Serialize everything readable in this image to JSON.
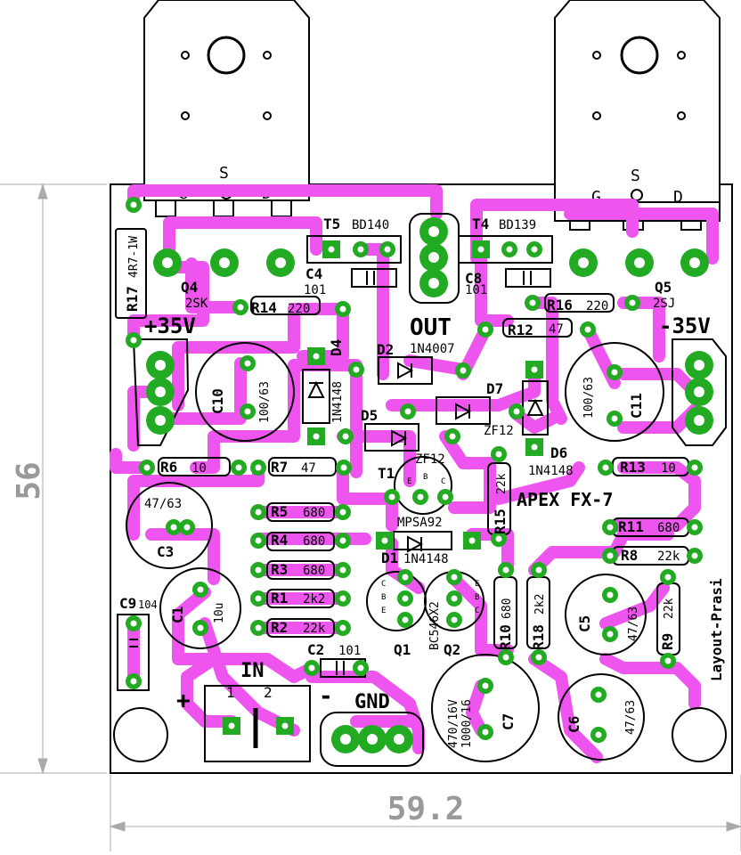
{
  "dimensions": {
    "height": "56",
    "width": "59.2"
  },
  "board": {
    "title": "APEX FX-7",
    "credit": "Layout-Prasi",
    "labels": {
      "out": "OUT",
      "in": "IN",
      "gnd": "GND",
      "plus35": "+35V",
      "minus35": "-35V",
      "plus": "+",
      "minus": "-",
      "pin1": "1",
      "pin2": "2"
    },
    "mosfet_pins": {
      "g": "G",
      "s": "S",
      "d": "D"
    },
    "t1_pins": {
      "e": "E",
      "b": "B",
      "c": "C"
    },
    "q_pins": {
      "c": "C",
      "b": "B",
      "e": "E"
    },
    "q1_pins": {
      "c": "C",
      "b": "B",
      "e": "E"
    },
    "q2_pins": {
      "e": "E",
      "b": "B",
      "c": "C"
    }
  },
  "components": [
    {
      "ref": "Q4",
      "value": "2SK"
    },
    {
      "ref": "Q5",
      "value": "2SJ"
    },
    {
      "ref": "T5",
      "value": "BD140"
    },
    {
      "ref": "T4",
      "value": "BD139"
    },
    {
      "ref": "R17",
      "value": "4R7-1W"
    },
    {
      "ref": "R14",
      "value": "220"
    },
    {
      "ref": "R16",
      "value": "220"
    },
    {
      "ref": "R12",
      "value": "47"
    },
    {
      "ref": "C4",
      "value": "101"
    },
    {
      "ref": "C8",
      "value": "101"
    },
    {
      "ref": "C10",
      "value": "100/63"
    },
    {
      "ref": "C11",
      "value": "100/63"
    },
    {
      "ref": "D2",
      "value": "1N4007"
    },
    {
      "ref": "D4",
      "value": "1N4148"
    },
    {
      "ref": "D5",
      "value": "ZF12"
    },
    {
      "ref": "D7",
      "value": "ZF12"
    },
    {
      "ref": "D6",
      "value": "1N4148"
    },
    {
      "ref": "R6",
      "value": "10"
    },
    {
      "ref": "R7",
      "value": "47"
    },
    {
      "ref": "R13",
      "value": "10"
    },
    {
      "ref": "T1",
      "value": "MPSA92"
    },
    {
      "ref": "R15",
      "value": "22k"
    },
    {
      "ref": "C3",
      "value": "47/63"
    },
    {
      "ref": "R5",
      "value": "680"
    },
    {
      "ref": "R4",
      "value": "680"
    },
    {
      "ref": "R3",
      "value": "680"
    },
    {
      "ref": "R1",
      "value": "2k2"
    },
    {
      "ref": "R2",
      "value": "22k"
    },
    {
      "ref": "D1",
      "value": "1N4148"
    },
    {
      "ref": "R11",
      "value": "680"
    },
    {
      "ref": "R8",
      "value": "22k"
    },
    {
      "ref": "C9",
      "value": "104"
    },
    {
      "ref": "C1",
      "value": "10u"
    },
    {
      "ref": "Q1",
      "value": ""
    },
    {
      "ref": "Q2",
      "value": ""
    },
    {
      "ref": "QPAIR",
      "value": "BC546X2"
    },
    {
      "ref": "R10",
      "value": "680"
    },
    {
      "ref": "R18",
      "value": "2k2"
    },
    {
      "ref": "C5",
      "value": "47/63"
    },
    {
      "ref": "R9",
      "value": "22k"
    },
    {
      "ref": "C2",
      "value": "101"
    },
    {
      "ref": "C7",
      "value": "470/16V 1000/16"
    },
    {
      "ref": "C6",
      "value": "47/63"
    }
  ],
  "colors": {
    "trace": "#ee55ee",
    "pad": "#22aa22",
    "pad_hole": "#ffffff",
    "silk": "#000000",
    "dim": "#aaaaaa"
  }
}
